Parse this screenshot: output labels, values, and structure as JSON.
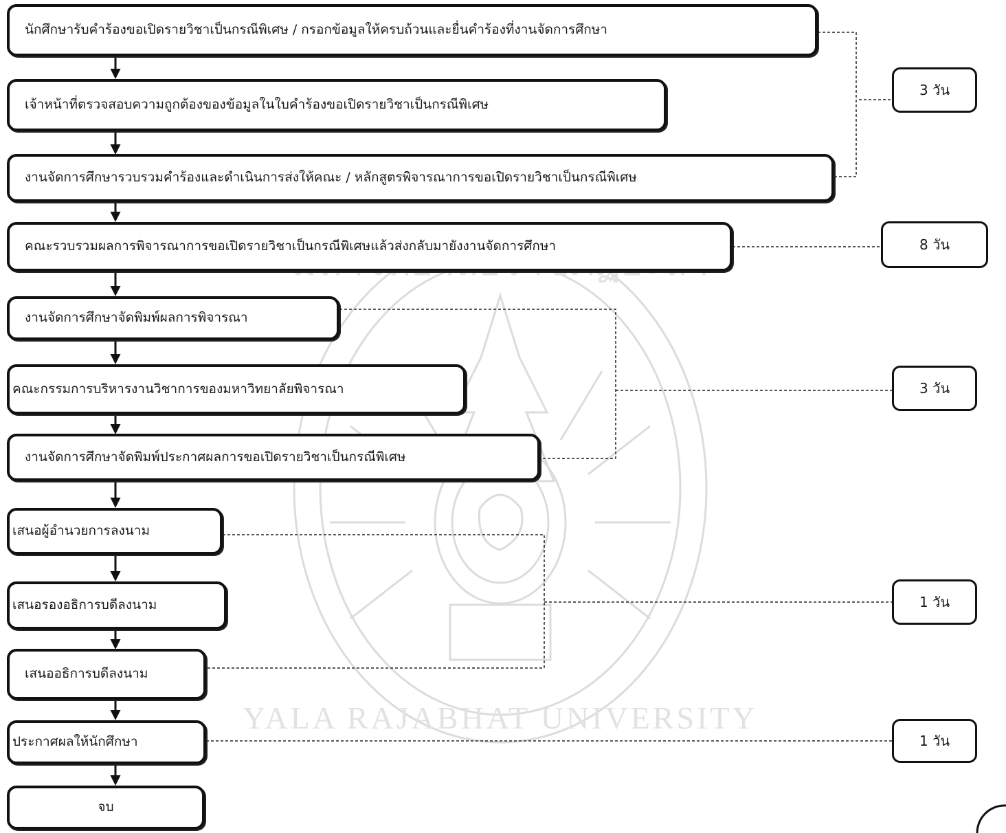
{
  "steps": [
    "นักศึกษารับคำร้องขอเปิดรายวิชาเป็นกรณีพิเศษ / กรอกข้อมูลให้ครบถ้วนและยื่นคำร้องที่งานจัดการศึกษา",
    "เจ้าหน้าที่ตรวจสอบความถูกต้องของข้อมูลในใบคำร้องขอเปิดรายวิชาเป็นกรณีพิเศษ",
    "งานจัดการศึกษารวบรวมคำร้องและดำเนินการส่งให้คณะ / หลักสูตรพิจารณาการขอเปิดรายวิชาเป็นกรณีพิเศษ",
    "คณะรวบรวมผลการพิจารณาการขอเปิดรายวิชาเป็นกรณีพิเศษแล้วส่งกลับมายังงานจัดการศึกษา",
    "งานจัดการศึกษาจัดพิมพ์ผลการพิจารณา",
    "คณะกรรมการบริหารงานวิชาการของมหาวิทยาลัยพิจารณา",
    "งานจัดการศึกษาจัดพิมพ์ประกาศผลการขอเปิดรายวิชาเป็นกรณีพิเศษ",
    "เสนอผู้อำนวยการลงนาม",
    "เสนอรองอธิการบดีลงนาม",
    "เสนออธิการบดีลงนาม",
    "ประกาศผลให้นักศึกษา",
    "จบ"
  ],
  "durations": [
    "3 วัน",
    "8 วัน",
    "3 วัน",
    "1 วัน",
    "1 วัน"
  ],
  "watermark": {
    "text_en": "YALA RAJABHAT UNIVERSITY",
    "text_th": "มหาวิทยาลัยราชภัฏยะลา"
  }
}
